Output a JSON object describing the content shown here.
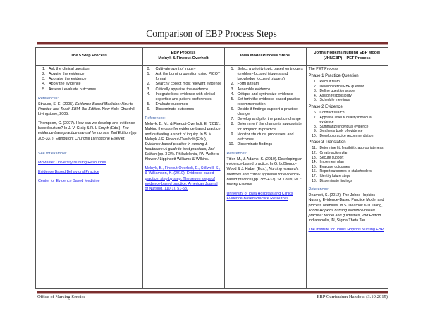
{
  "document": {
    "title": "Comparison of EBP Process Steps",
    "footer_left": "Office of Nursing Service",
    "footer_right": "EBP Curriculum Handout (3.19.2015)",
    "accent_color": "#7a2e2e",
    "link_color": "#1a1aee"
  },
  "columns": [
    {
      "header_line1": "The 5 Step Process",
      "header_line2": "",
      "steps": [
        "Ask the clinical question",
        "Acquire the evidence",
        "Appraise the evidence",
        "Apply the evidence",
        "Assess / evaluate outcomes"
      ],
      "references_label": "References:",
      "references": [
        {
          "pre": "Strauss, S. E. (2005). ",
          "italic": "Evidence-Based Medicine: How to Practice and Teach EBM, 3rd Edition.",
          "post": " New York: Churchill Livingstone, 2005."
        },
        {
          "pre": "Thompson, C. (2007). How can we develop and evidence-based culture? In J. V. Craig & R. L Smyth (Eds.), ",
          "italic": "The evidence-base practice manual for nurses, 2nd Edition",
          "post": " (pp. 305-337). Edinburgh: Churchill Livingstone Elsevier."
        }
      ],
      "see_label": "See for example:",
      "links": [
        "McMaster University Nursing Resources",
        "Evidence Based Behavioral Practice",
        "Center for Evidence Based Medicine"
      ]
    },
    {
      "header_line1": "EBP Process",
      "header_line2": "Melnyk & Fineout-Overholt",
      "steps": [
        {
          "n": "0.",
          "text": "Cultivate spirit of inquiry"
        },
        {
          "n": "1.",
          "text": "Ask the burning question using PICOT format"
        },
        {
          "n": "2.",
          "text": "Search / collect most relevant evidence"
        },
        {
          "n": "3.",
          "text": "Critically appraise the evidence"
        },
        {
          "n": "4.",
          "text": "Integrate best evidence with clinical expertise and patient preferences"
        },
        {
          "n": "5.",
          "text": "Evaluate outcomes"
        },
        {
          "n": "6.",
          "text": "Disseminate outcomes"
        }
      ],
      "references_label": "References:",
      "references": [
        {
          "pre": "Melnyk, B. M., & Fineout-Overholt, E. (2011). Making the case for evidence-based practice and cultivating a spirit of inquiry. In B. M. Melnyk & E. Fineout-Overholt (Eds.), ",
          "italic": "Evidence-based practice in nursing & healthcare: A guide to best practices, 2nd Edition",
          "post": " (pp. 3-24). Philadelphia, PA: Wolters Kluwer / Lippincott Williams & Wilkins."
        }
      ],
      "links": [
        "Melnyk, B., Fineout-Overholt, E., Stillwell, S., & Williamson, K. (2010). Evidence-based practice: step by step. The seven steps of evidence-based practice. American Journal of Nursing, 110(1), 51-53."
      ]
    },
    {
      "header_line1": "Iowa Model Process Steps",
      "header_line2": "",
      "steps": [
        "Select a priority topic based on triggers (problem-focused triggers and knowledge focused triggers)",
        "Form a team",
        "Assemble evidence",
        "Critique and synthesize evidence",
        "Set forth the evidence-based practice recommendation",
        "Decide if findings support a practice change",
        "Develop and pilot the practice change",
        "Determine if the change is appropriate for adoption in practice",
        "Monitor structure, processes, and outcomes",
        "Disseminate findings"
      ],
      "references_label": "References:",
      "references": [
        {
          "pre": "Titler, M., & Adams, S. (2010). Developing an evidence-based practice. In G. LoBiondo-Wood & J. Haber (Eds.), ",
          "italic": "Nursing research: Methods and critical appraisal for evidence-based practice",
          "post": " (pp. 385-437). St. Louis, MO: Mosby Elsevier."
        }
      ],
      "links": [
        "University of Iowa Hospitals and Clinics Evidence-Based Practice Resources"
      ]
    },
    {
      "header_line1": "Johns Hopkins Nursing EBP Model",
      "header_line2": "(JHNEBP) – PET Process",
      "intro": "The PET Process",
      "phases": [
        {
          "label": "Phase 1 Practice Question",
          "start": 1,
          "steps": [
            "Recruit team",
            "Develop/refine EBP question",
            "Define question scope",
            "Assign responsibility",
            "Schedule meetings"
          ]
        },
        {
          "label": "Phase 2 Evidence",
          "start": 6,
          "steps": [
            "Conduct search",
            "Appraise level & quality individual evidence",
            "Summarize individual evidence",
            "Synthesis body of evidence",
            "Develop practice recommendation"
          ]
        },
        {
          "label": "Phase 3 Translation",
          "start": 11,
          "steps": [
            "Determine fit, feasibility, appropriateness",
            "Create action plan",
            "Secure support",
            "Implement plan",
            "Evaluate outcomes",
            "Report outcomes to stakeholders",
            "Identify future steps",
            "Disseminate findings"
          ]
        }
      ],
      "references_label": "References:",
      "references": [
        {
          "pre": "Dearholt, S. (2012). The Johns Hopkins Nursing Evidence-Based Practice Model and process overview. In S. Dearholt & D. Dang, ",
          "italic": "Johns Hopkins nursing evidence-based practice: Model and guidelines, 2nd Edition",
          "post": ". Indianapolis, IN, Sigma Theta Tau."
        }
      ],
      "links": [
        "The Institute for Johns Hopkins Nursing EBP"
      ]
    }
  ]
}
